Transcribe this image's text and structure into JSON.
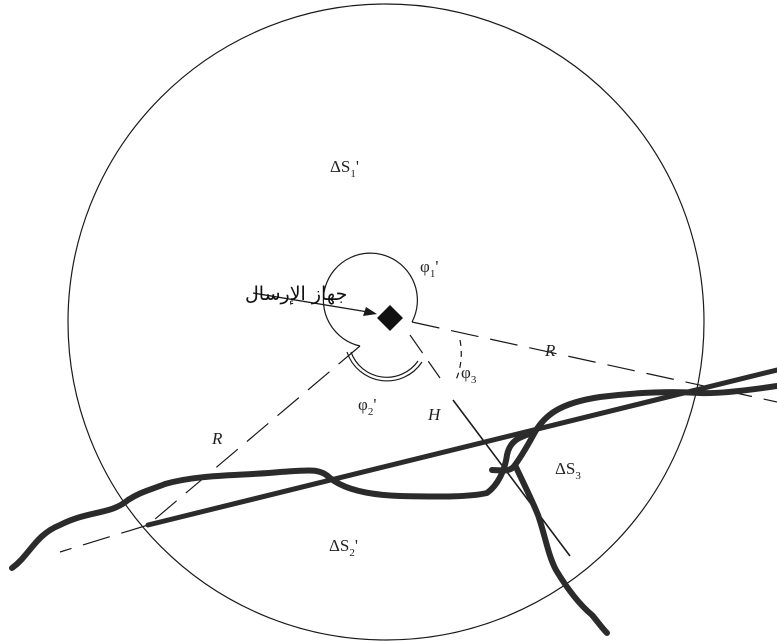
{
  "diagram": {
    "transmitter_label": "جهاز الإرسال",
    "regions": {
      "s1": {
        "base": "ΔS",
        "sub": "1",
        "prime": "'"
      },
      "s2": {
        "base": "ΔS",
        "sub": "2",
        "prime": "'"
      },
      "s3": {
        "base": "ΔS",
        "sub": "3",
        "prime": ""
      }
    },
    "angles": {
      "phi1": {
        "base": "φ",
        "sub": "1",
        "prime": "'"
      },
      "phi2": {
        "base": "φ",
        "sub": "2",
        "prime": "'"
      },
      "phi3": {
        "base": "φ",
        "sub": "3",
        "prime": ""
      }
    },
    "radius_label": "R",
    "height_label": "H",
    "colors": {
      "line": "#1a1a1a",
      "road": "#2b2b2b"
    }
  }
}
